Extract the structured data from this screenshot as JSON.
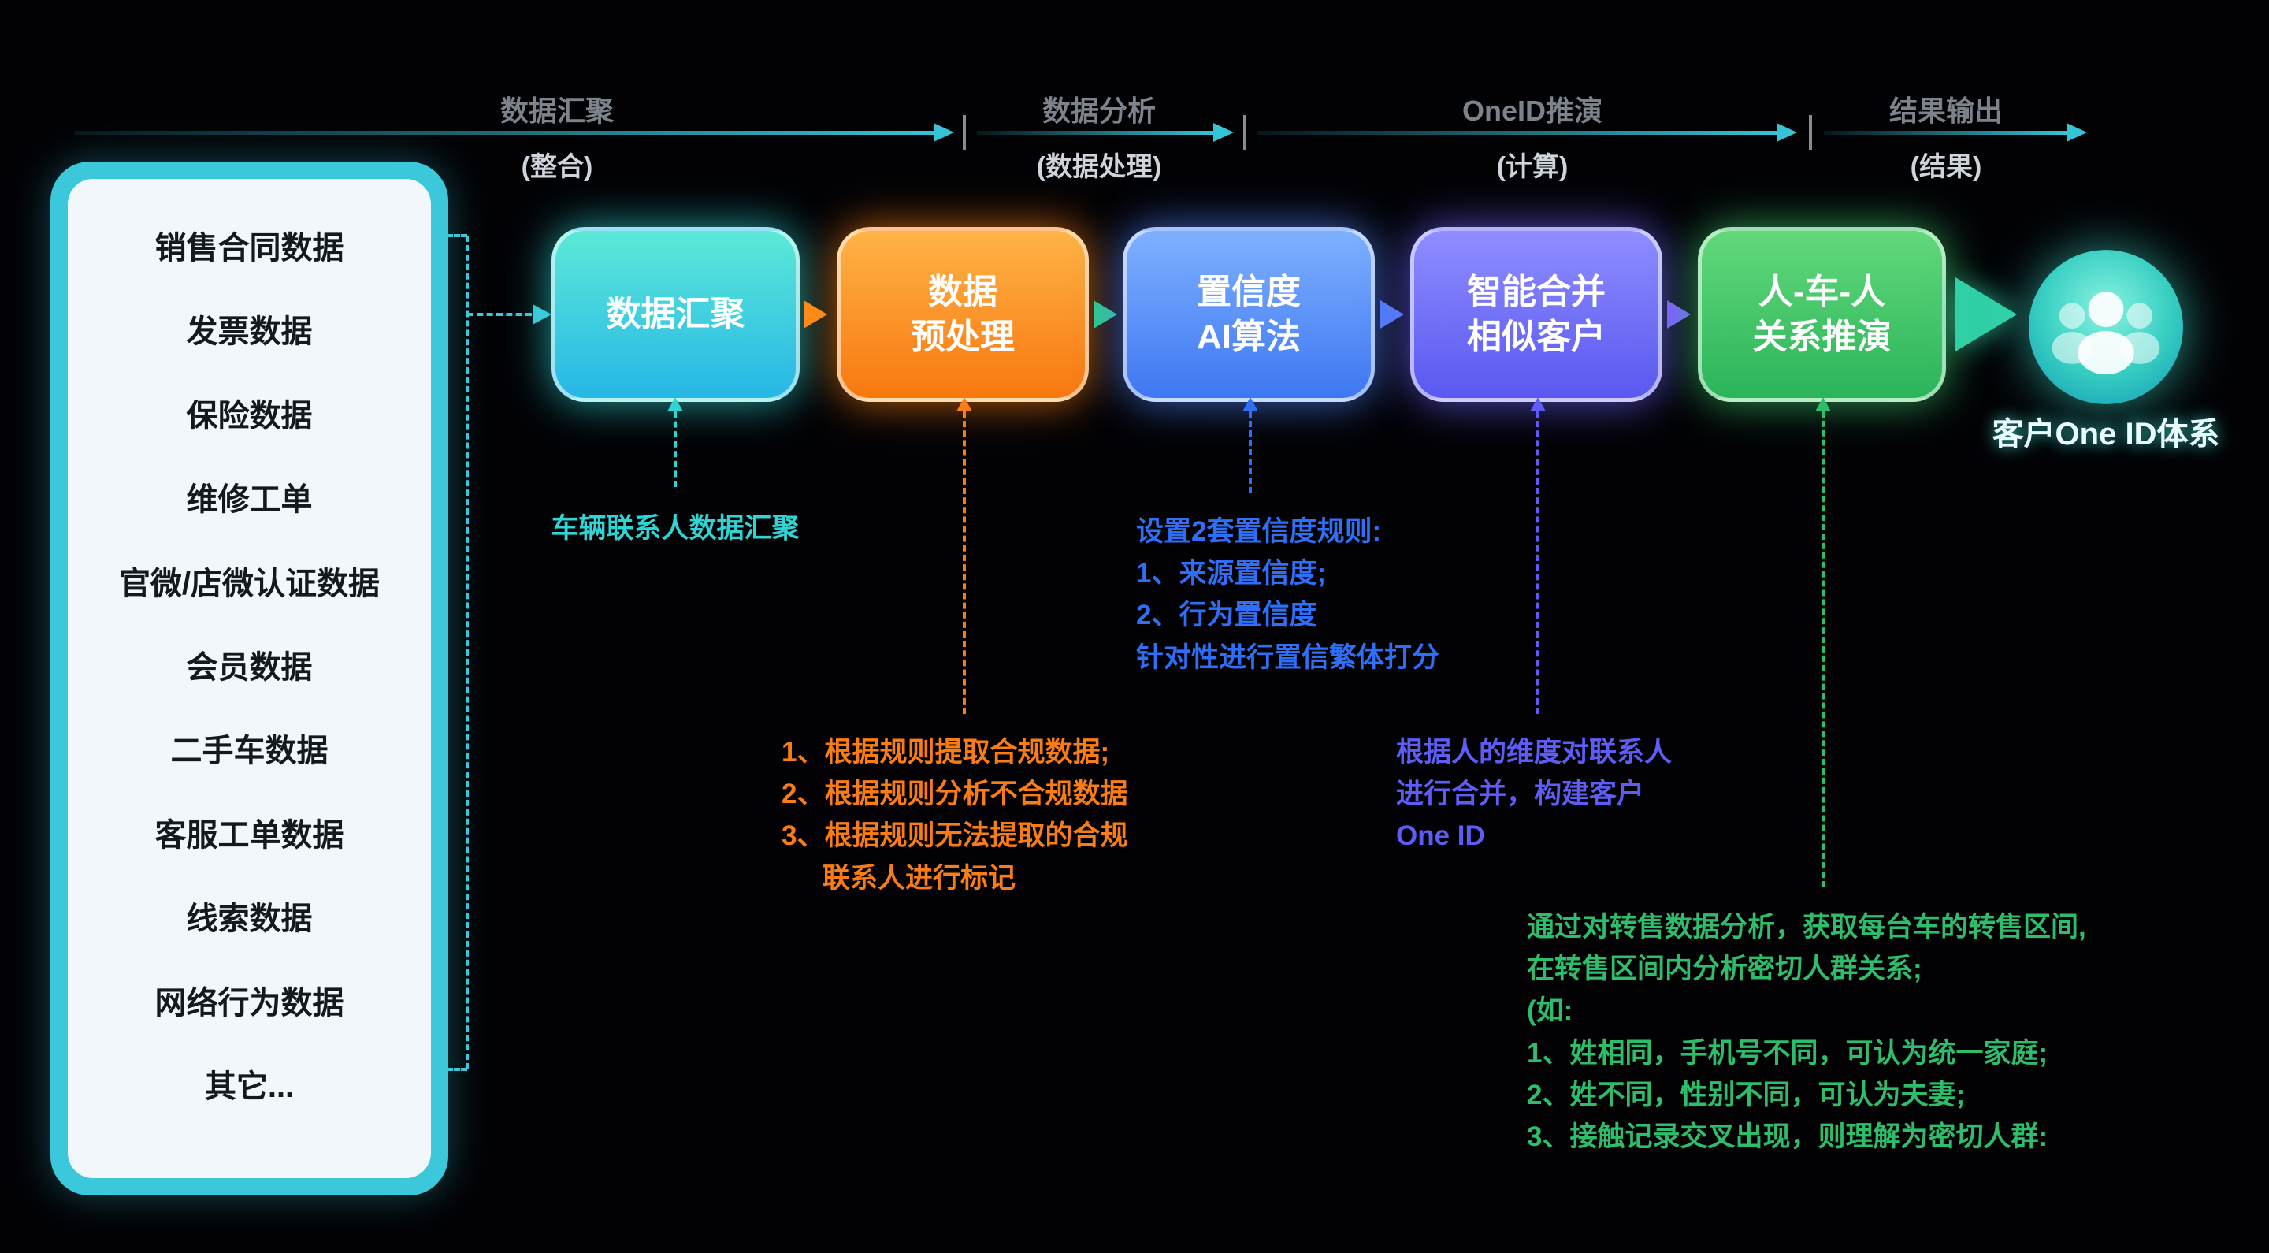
{
  "phases": [
    {
      "label": "数据汇聚",
      "sub": "(整合)"
    },
    {
      "label": "数据分析",
      "sub": "(数据处理)"
    },
    {
      "label": "OneID推演",
      "sub": "(计算)"
    },
    {
      "label": "结果输出",
      "sub": "(结果)"
    }
  ],
  "sources": {
    "items": [
      "销售合同数据",
      "发票数据",
      "保险数据",
      "维修工单",
      "官微/店微认证数据",
      "会员数据",
      "二手车数据",
      "客服工单数据",
      "线索数据",
      "网络行为数据",
      "其它..."
    ]
  },
  "steps": [
    {
      "line1": "数据汇聚",
      "line2": "",
      "color": "#2fd4d4"
    },
    {
      "line1": "数据",
      "line2": "预处理",
      "color": "#f97d14"
    },
    {
      "line1": "置信度",
      "line2": "AI算法",
      "color": "#3e77f2"
    },
    {
      "line1": "智能合并",
      "line2": "相似客户",
      "color": "#5a58f0"
    },
    {
      "line1": "人-车-人",
      "line2": "关系推演",
      "color": "#2bb45a"
    }
  ],
  "annotations": {
    "aggregation": {
      "color": "#2fd4d4",
      "lines": [
        "车辆联系人数据汇聚"
      ]
    },
    "preprocess": {
      "color": "#f97d14",
      "lines": [
        "1、根据规则提取合规数据;",
        "2、根据规则分析不合规数据",
        "3、根据规则无法提取的合规",
        "联系人进行标记"
      ]
    },
    "confidence": {
      "color": "#2f6ef7",
      "lines": [
        "设置2套置信度规则:",
        "1、来源置信度;",
        "2、行为置信度",
        "针对性进行置信繁体打分"
      ]
    },
    "merge": {
      "color": "#5d5df6",
      "lines": [
        "根据人的维度对联系人",
        "进行合并，构建客户",
        "One ID"
      ]
    },
    "relation": {
      "color": "#2ebd6b",
      "lines": [
        "通过对转售数据分析，获取每台车的转售区间,",
        "在转售区间内分析密切人群关系;",
        "(如:",
        "1、姓相同，手机号不同，可认为统一家庭;",
        "2、姓不同，性别不同，可认为夫妻;",
        "3、接触记录交叉出现，则理解为密切人群:"
      ]
    }
  },
  "result": {
    "label": "客户One ID体系"
  },
  "accent": {
    "timeline": "#35c3d6",
    "panel_border": "#3bc8da",
    "background": "#020205"
  }
}
